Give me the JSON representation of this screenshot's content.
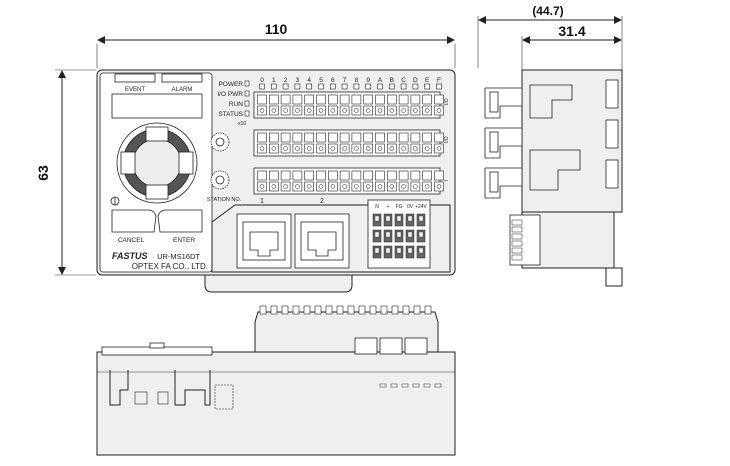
{
  "dimensions": {
    "width": "110",
    "height": "63",
    "side_depth_total": "(44.7)",
    "side_depth": "31.4"
  },
  "front": {
    "indicator_labels": [
      "EVENT",
      "ALARM"
    ],
    "status_labels": [
      "POWER",
      "I/O PWR",
      "RUN",
      "STATUS"
    ],
    "channel_labels": [
      "0",
      "1",
      "2",
      "3",
      "4",
      "5",
      "6",
      "7",
      "8",
      "9",
      "A",
      "B",
      "C",
      "D",
      "E",
      "F"
    ],
    "row_marks": [
      "I/O",
      "I/O",
      "I"
    ],
    "rotary_labels": [
      "x10",
      "STATION NO."
    ],
    "port_labels": [
      "1",
      "2"
    ],
    "power_terminal_labels": [
      "N",
      "+",
      "FG",
      "0V",
      "+24V"
    ],
    "button_labels": [
      "CANCEL",
      "ENTER"
    ],
    "brand": "FASTUS",
    "model": "UR-MS16DT",
    "maker": "OPTEX FA CO., LTD."
  }
}
